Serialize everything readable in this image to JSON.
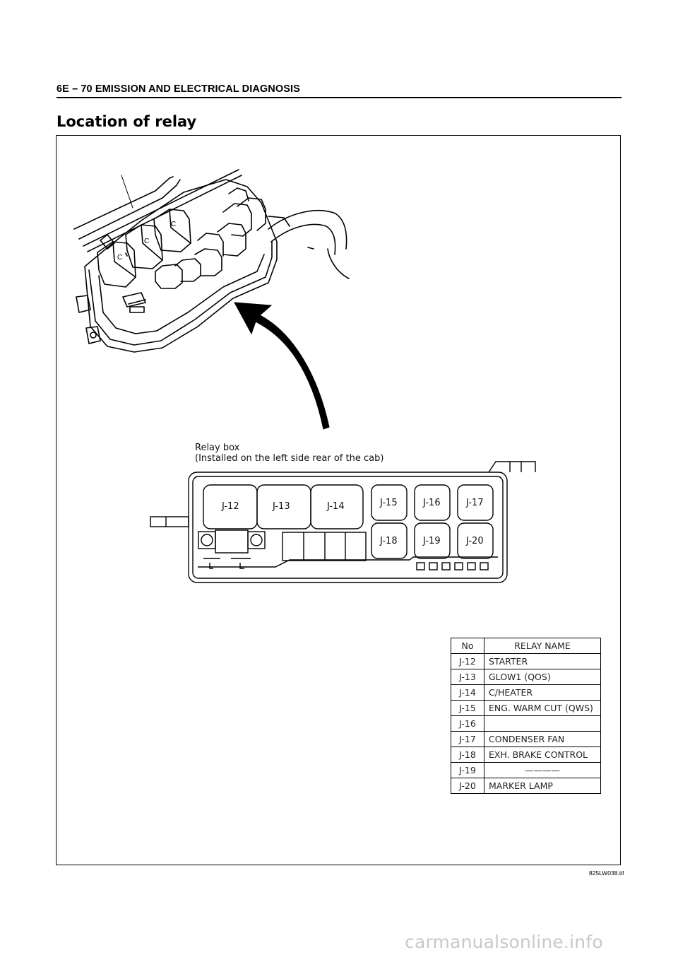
{
  "page": {
    "header": "6E – 70  EMISSION AND ELECTRICAL DIAGNOSIS",
    "section_title": "Location of relay",
    "figure_id": "825LW038.tif",
    "watermark": "carmanualsonline.info"
  },
  "figure": {
    "caption_line1": "Relay box",
    "caption_line2": "(Installed on the left side rear of the cab)",
    "relay_labels": [
      "J-12",
      "J-13",
      "J-14",
      "J-15",
      "J-16",
      "J-17",
      "J-18",
      "J-19",
      "J-20"
    ]
  },
  "table": {
    "headers": {
      "no": "No",
      "name": "RELAY NAME"
    },
    "rows": [
      {
        "no": "J-12",
        "name": "STARTER"
      },
      {
        "no": "J-13",
        "name": "GLOW1 (QOS)"
      },
      {
        "no": "J-14",
        "name": "C/HEATER"
      },
      {
        "no": "J-15",
        "name": "ENG. WARM CUT (QWS)"
      },
      {
        "no": "J-16",
        "name": ""
      },
      {
        "no": "J-17",
        "name": "CONDENSER FAN"
      },
      {
        "no": "J-18",
        "name": "EXH. BRAKE CONTROL"
      },
      {
        "no": "J-19",
        "name": "————"
      },
      {
        "no": "J-20",
        "name": "MARKER LAMP"
      }
    ]
  }
}
